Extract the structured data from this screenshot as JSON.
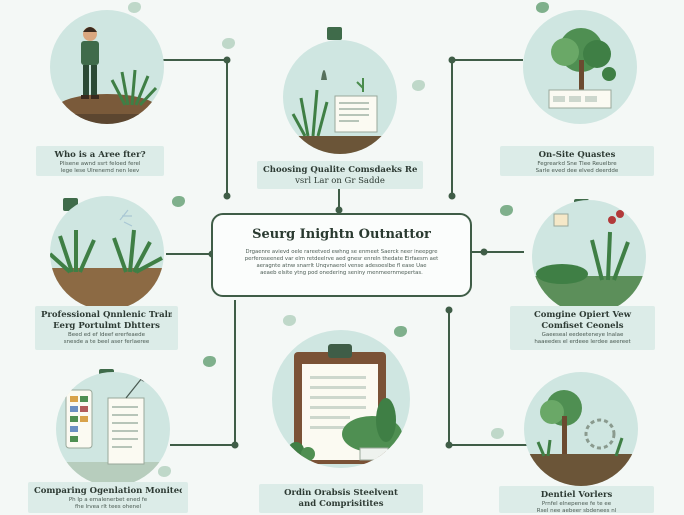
{
  "central": {
    "title": "Seurg Inightn Outnattor",
    "body": [
      "Drgaenre avievd oele rareetved ewhng se enmeet Saerck neer ineepgre",
      "perferoseened var elm retdeelrve aed gnesr enreln thedate Eirfaesm aet",
      "aeragnte atnw snarrlt Unqvnaerol vense adesoeslbe fl ease Uae",
      "aeaeb elsite ytng pod onedering seniny menmeernmepertas."
    ]
  },
  "topics": [
    {
      "id": "area",
      "title": "Who is a Aree fter?",
      "sub": [
        "Plisene awnd ssrt feloed ferel",
        "lege lese Ulrenemd nen leev"
      ]
    },
    {
      "id": "choosing",
      "title": "Choosing Qualite Comsdaeks Real Il",
      "sub": [
        "vsrl Lar on Gr Sadde"
      ]
    },
    {
      "id": "onsite",
      "title": "On-Site Quastes",
      "sub": [
        "Fegrearkd Sne Tlee Reuelbre",
        "Sarle eved dee elved deerdde"
      ]
    },
    {
      "id": "professional",
      "title": "Professional Qnnlenic Tralnild",
      "sub": [
        "Eerg Portulmt Dhtters",
        "Beed ed ef ldeef ererfeaede",
        "snesde a te beel aser ferlaeree"
      ]
    },
    {
      "id": "complete",
      "title": "Comgine Opiert Vew",
      "sub": [
        "Comfiset Ceonels",
        "Gaeeseal eedeeteneye lnalae",
        "haaeedes el erdeee lerdee aeereet"
      ]
    },
    {
      "id": "comparing",
      "title": "Comparing Ogenlation Monitecding",
      "sub": [
        "Ph Ip a emalenerbet ened fe",
        "fhe lrvea rlt tees ohenel"
      ]
    },
    {
      "id": "ordin",
      "title": "Ordin Orabsis Steelvent",
      "sub": [
        "and Comprisitites"
      ]
    },
    {
      "id": "dentiel",
      "title": "Dentiel Vorlers",
      "sub": [
        "Prnfel elnepenee fe te ee",
        "Rsel nee aebeer sbdenees nl"
      ]
    }
  ]
}
